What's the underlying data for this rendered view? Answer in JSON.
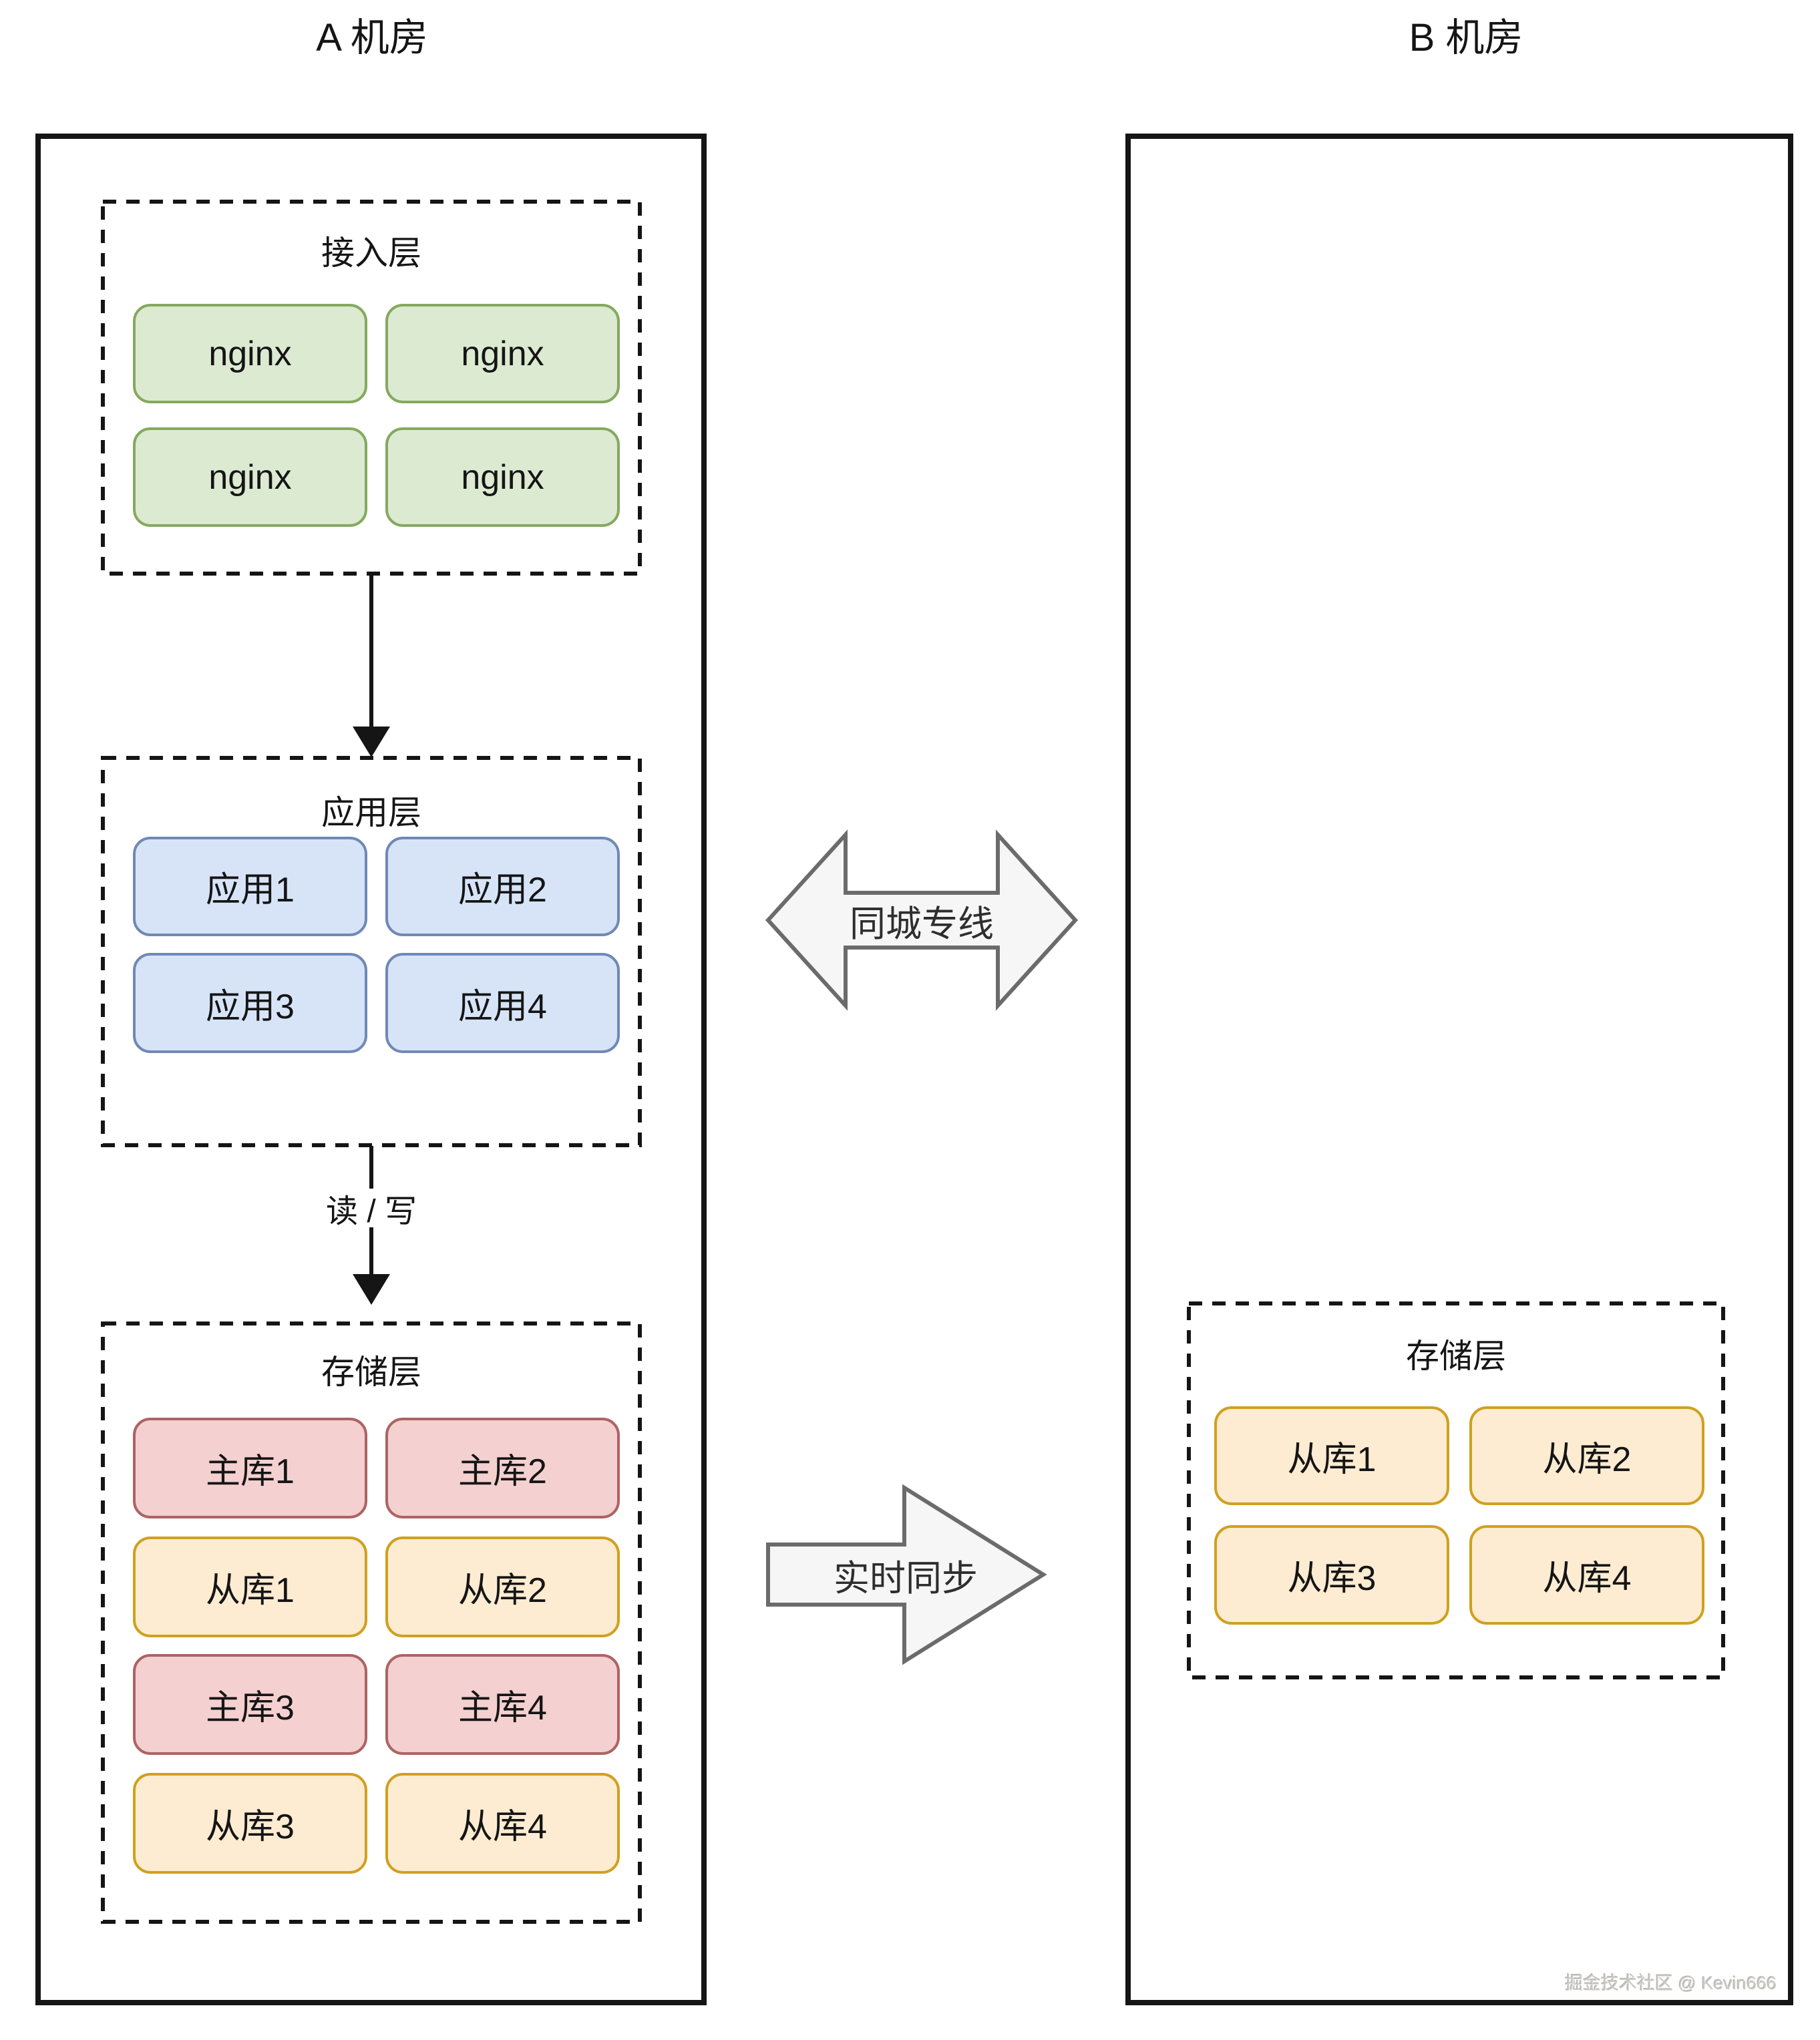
{
  "datacenter_a": {
    "title": "A 机房",
    "access_layer": {
      "label": "接入层",
      "nodes": [
        "nginx",
        "nginx",
        "nginx",
        "nginx"
      ]
    },
    "app_layer": {
      "label": "应用层",
      "nodes": [
        "应用1",
        "应用2",
        "应用3",
        "应用4"
      ]
    },
    "storage_layer": {
      "label": "存储层",
      "nodes": [
        {
          "label": "主库1",
          "type": "master"
        },
        {
          "label": "主库2",
          "type": "master"
        },
        {
          "label": "从库1",
          "type": "slave"
        },
        {
          "label": "从库2",
          "type": "slave"
        },
        {
          "label": "主库3",
          "type": "master"
        },
        {
          "label": "主库4",
          "type": "master"
        },
        {
          "label": "从库3",
          "type": "slave"
        },
        {
          "label": "从库4",
          "type": "slave"
        }
      ]
    }
  },
  "datacenter_b": {
    "title": "B 机房",
    "storage_layer": {
      "label": "存储层",
      "nodes": [
        "从库1",
        "从库2",
        "从库3",
        "从库4"
      ]
    }
  },
  "connections": {
    "read_write_label": "读 / 写",
    "intercity_link_label": "同城专线",
    "realtime_sync_label": "实时同步"
  },
  "watermark": "掘金技术社区 @ Kevin666",
  "colors": {
    "nginx_fill": "#dcead2",
    "nginx_border": "#85a95f",
    "app_fill": "#d7e4f8",
    "app_border": "#7089b5",
    "master_fill": "#f4d0d0",
    "master_border": "#ae6363",
    "slave_fill": "#fdecd2",
    "slave_border": "#d0a01f",
    "block_arrow_fill": "#f6f6f6",
    "block_arrow_stroke": "#6b6b6b",
    "line_color": "#151515"
  }
}
